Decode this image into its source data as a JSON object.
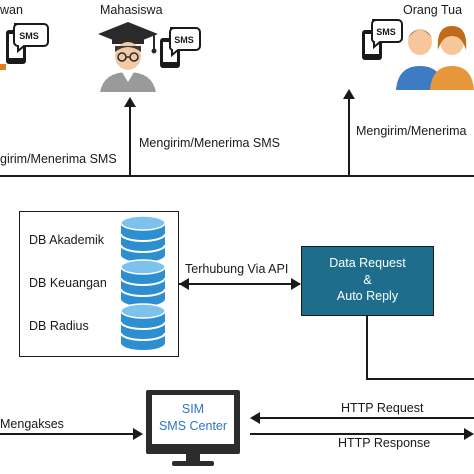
{
  "actors": {
    "left_partial": "wan",
    "student": "Mahasiswa",
    "parent": "Orang Tua"
  },
  "sms_badge": "SMS",
  "links": {
    "left_send_receive": "girim/Menerima SMS",
    "student_send_receive": "Mengirim/Menerima SMS",
    "parent_send_receive": "Mengirim/Menerima",
    "api": "Terhubung Via API",
    "access": "Mengakses",
    "http_request": "HTTP Request",
    "http_response": "HTTP Response"
  },
  "databases": {
    "academic": "DB Akademik",
    "finance": "DB Keuangan",
    "radius": "DB Radius"
  },
  "request_box": {
    "line1": "Data Request",
    "line2": "&",
    "line3": "Auto Reply"
  },
  "sim": {
    "line1": "SIM",
    "line2": "SMS Center"
  },
  "colors": {
    "request_box_fill": "#1f6d8c",
    "database_fill": "#2d8fcf",
    "sim_text": "#2b76c0"
  }
}
